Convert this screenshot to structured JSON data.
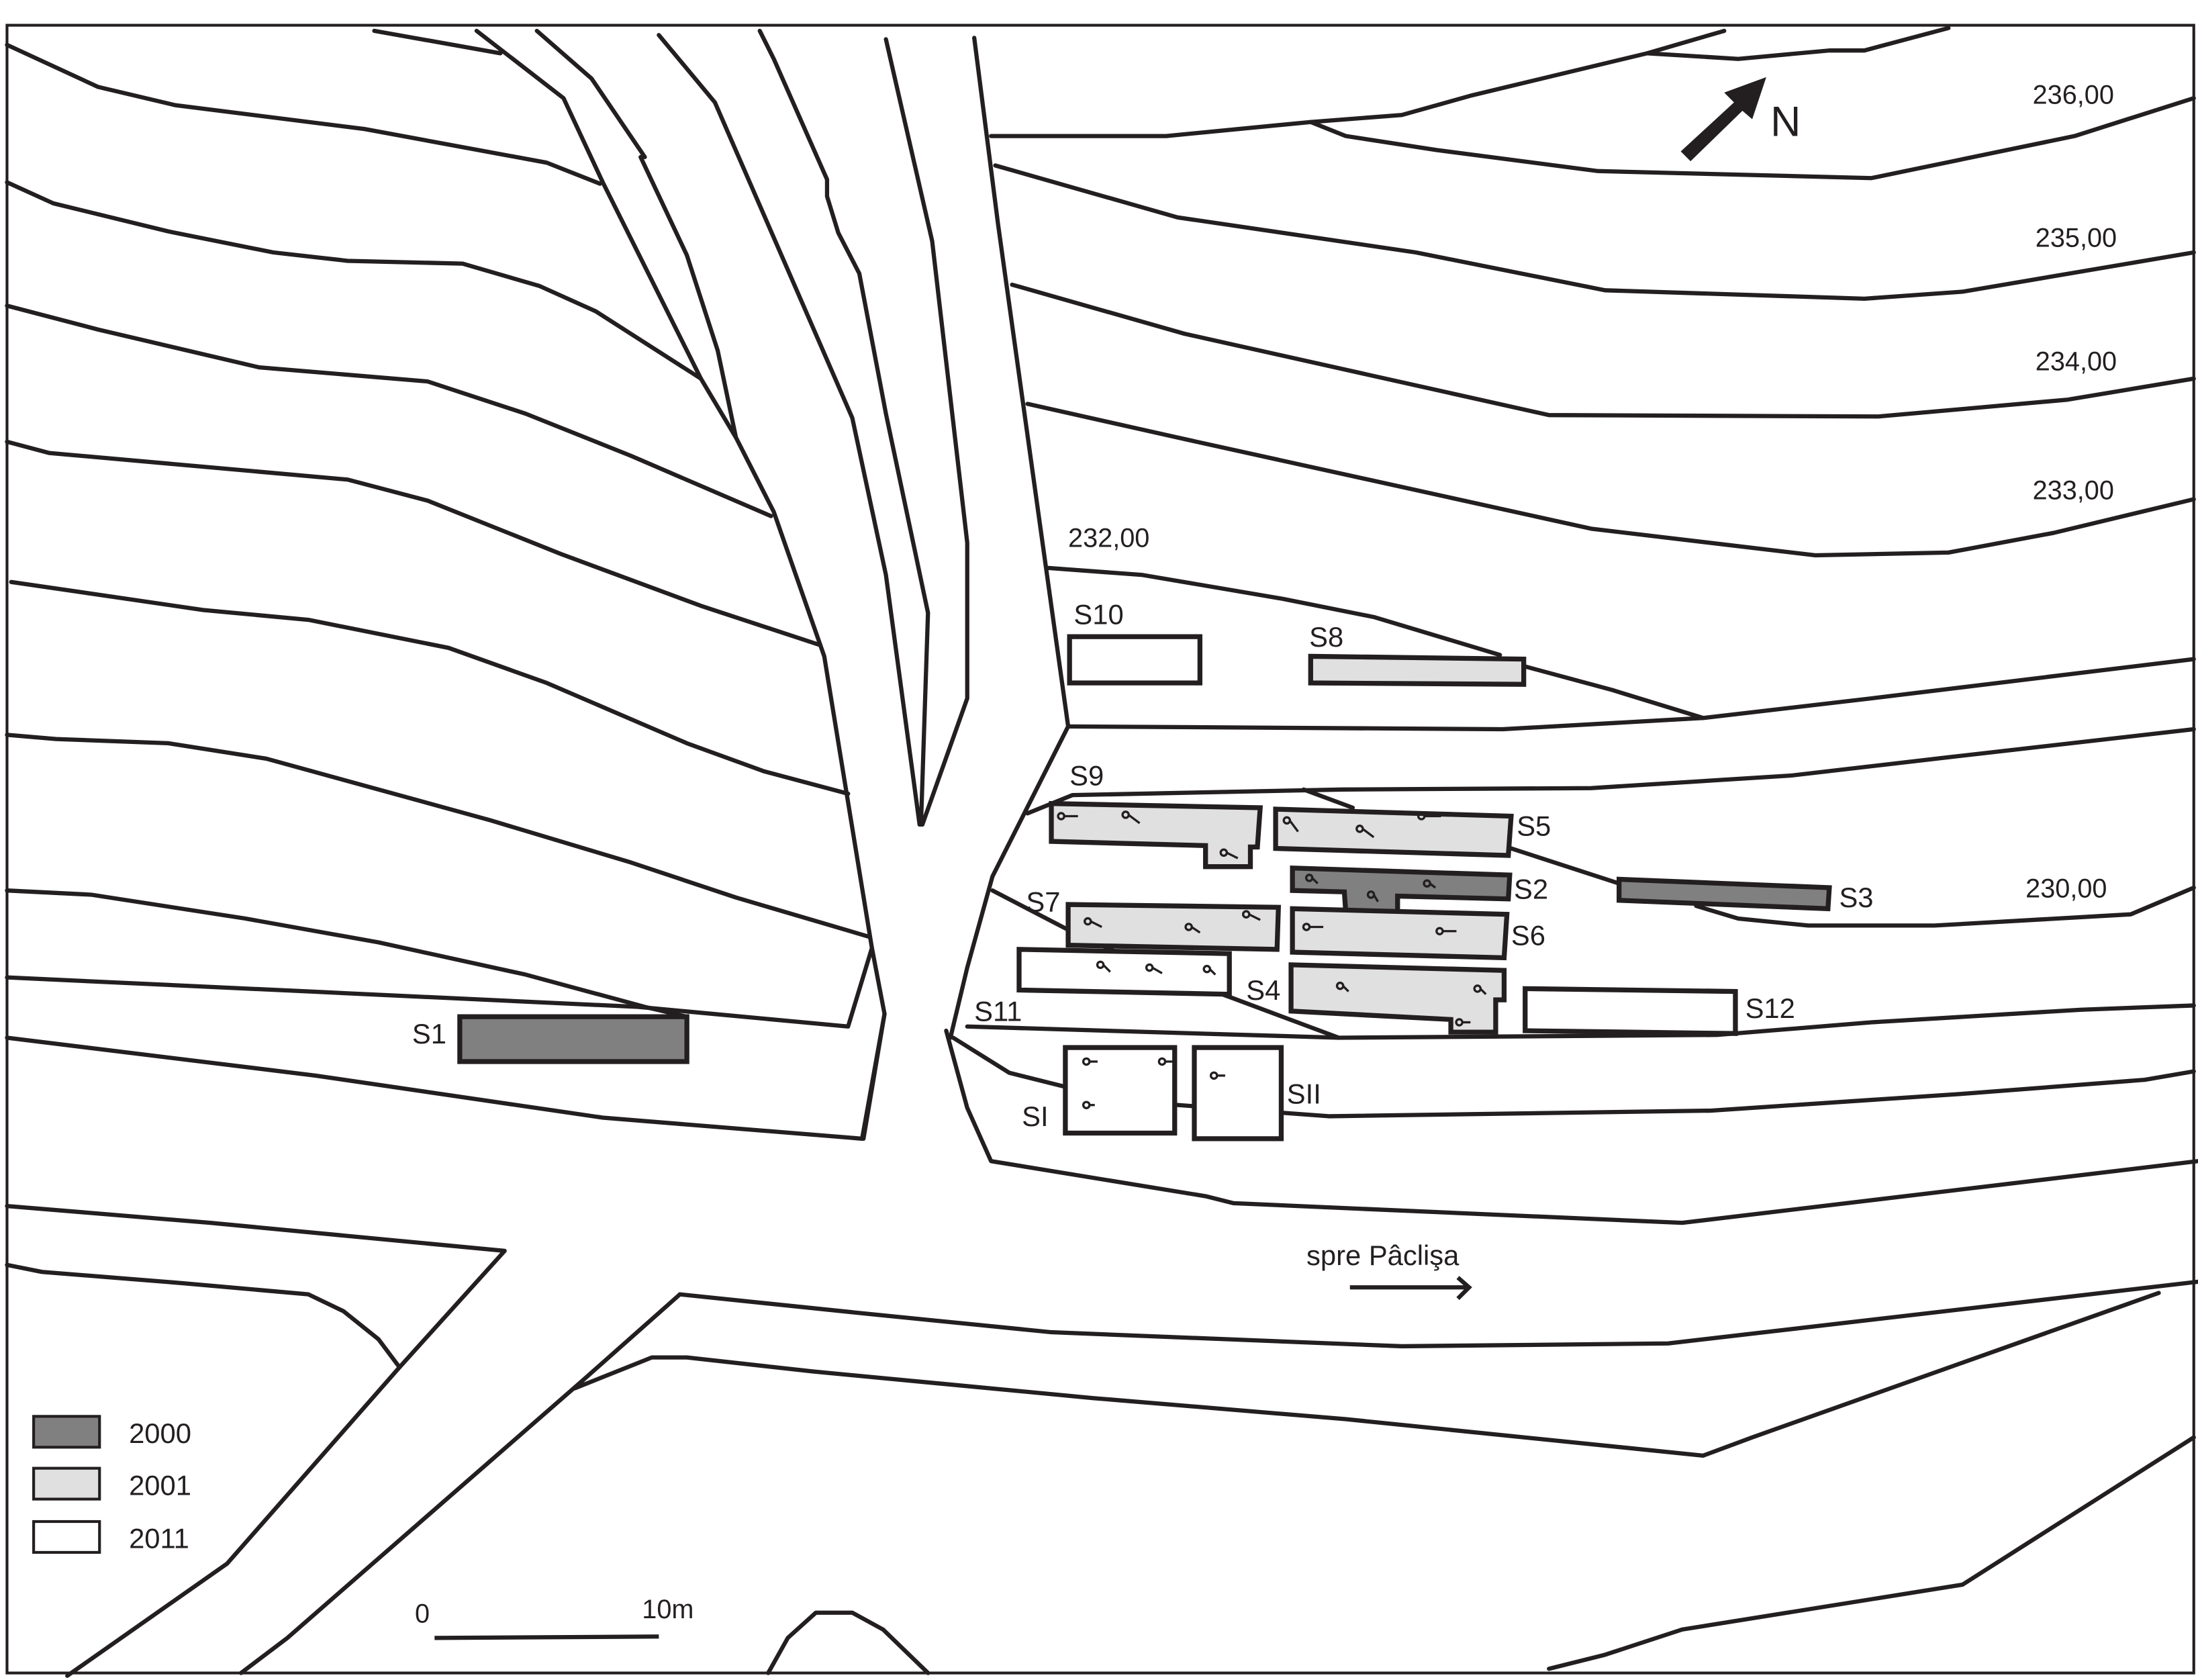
{
  "colors": {
    "year_2000": "#808080",
    "year_2001": "#e0e0e0",
    "year_2011": "#ffffff",
    "line": "#231f20"
  },
  "north": {
    "label": "N",
    "icon": "north-arrow-icon"
  },
  "contours": [
    "236,00",
    "235,00",
    "234,00",
    "233,00",
    "232,00",
    "230,00"
  ],
  "sections": {
    "S1": "S1",
    "S2": "S2",
    "S3": "S3",
    "S4": "S4",
    "S5": "S5",
    "S6": "S6",
    "S7": "S7",
    "S8": "S8",
    "S9": "S9",
    "S10": "S10",
    "S11": "S11",
    "S12": "S12",
    "SI": "SI",
    "SII": "SII"
  },
  "direction": {
    "label": "spre Pâclişa",
    "icon": "arrow-right-icon"
  },
  "legend": [
    {
      "label": "2000",
      "color": "#808080"
    },
    {
      "label": "2001",
      "color": "#e0e0e0"
    },
    {
      "label": "2011",
      "color": "#ffffff"
    }
  ],
  "scale": {
    "start": "0",
    "end": "10m"
  }
}
